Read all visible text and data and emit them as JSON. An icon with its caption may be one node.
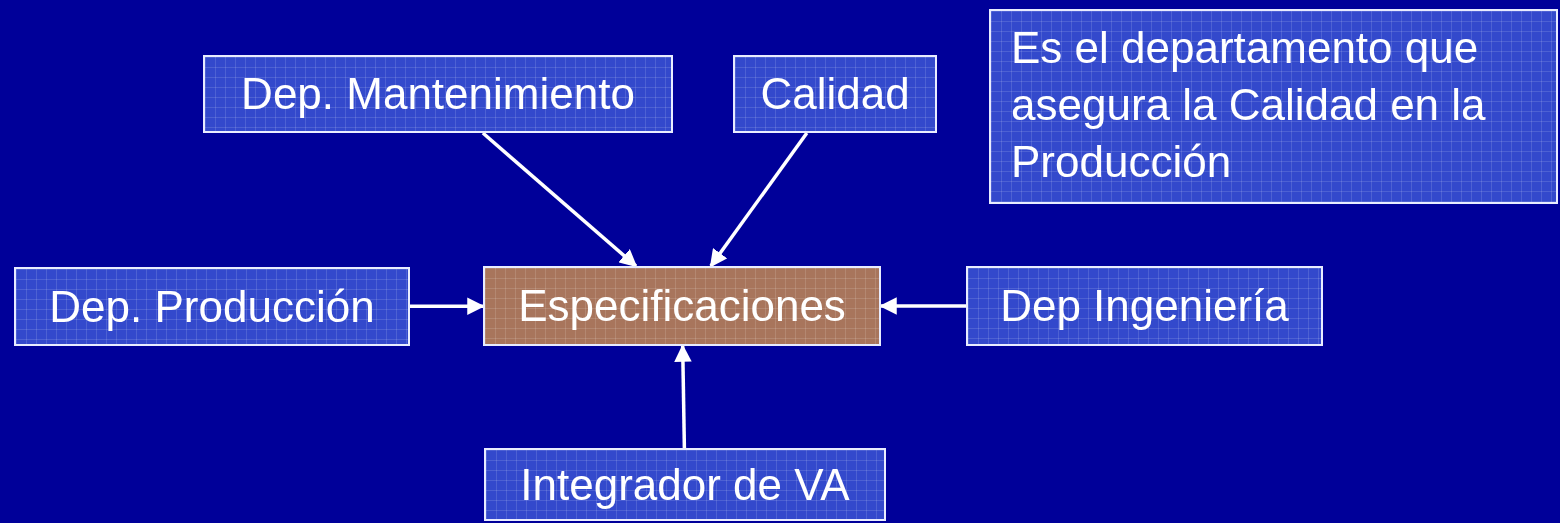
{
  "diagram": {
    "nodes": [
      {
        "text": [
          "Dep. Mantenimiento"
        ]
      },
      {
        "text": [
          "Calidad"
        ]
      },
      {
        "text": [
          "Es el departamento que asegura la Calidad en la Producción"
        ]
      },
      {
        "text": [
          "Dep. Producción"
        ]
      },
      {
        "text": [
          "Especificaciones"
        ]
      },
      {
        "text": [
          "Dep Ingeniería"
        ]
      },
      {
        "text": [
          "Integrador de VA"
        ]
      }
    ],
    "edges": [
      {
        "from": 0,
        "to": 4,
        "arrow": "to"
      },
      {
        "from": 1,
        "to": 4,
        "arrow": "to"
      },
      {
        "from": 3,
        "to": 4,
        "arrow": "to"
      },
      {
        "from": 5,
        "to": 4,
        "arrow": "to"
      },
      {
        "from": 6,
        "to": 4,
        "arrow": "to"
      }
    ]
  }
}
